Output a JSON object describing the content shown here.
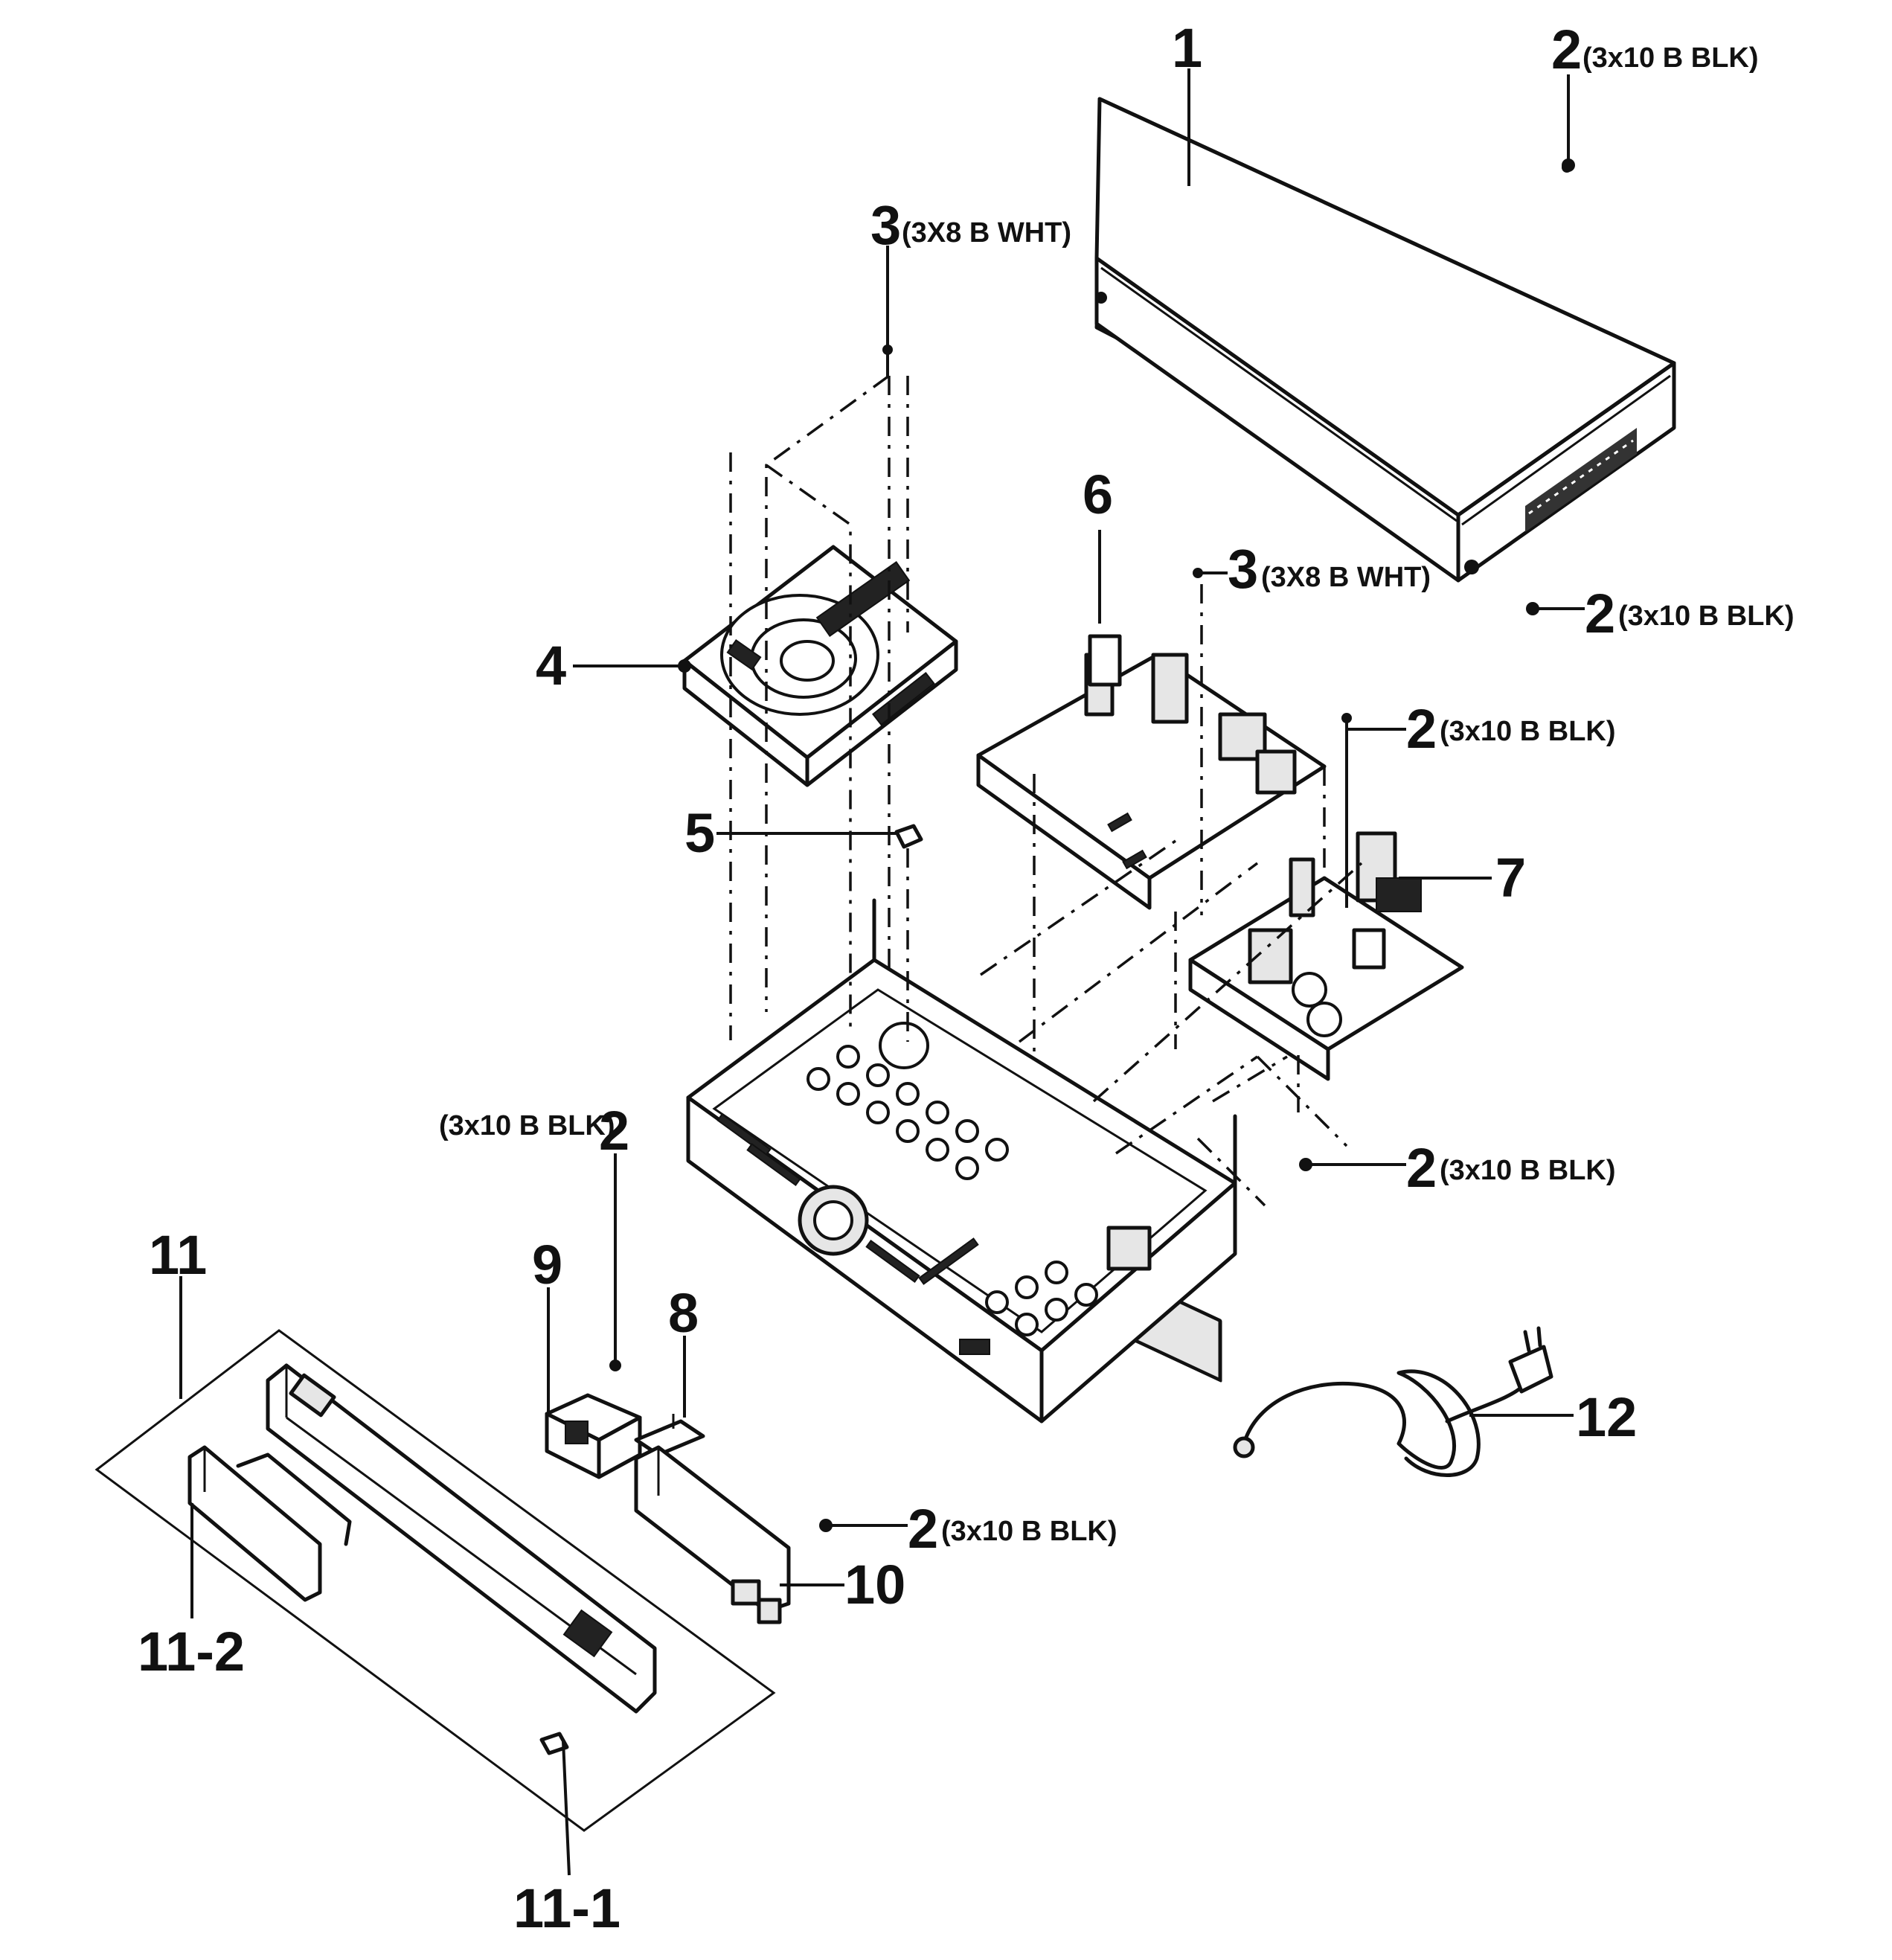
{
  "callouts": {
    "c1": {
      "num": "1"
    },
    "c2a": {
      "num": "2",
      "spec": "(3x10 B BLK)"
    },
    "c3a": {
      "num": "3",
      "spec": "(3X8 B WHT)"
    },
    "c6": {
      "num": "6"
    },
    "c3b": {
      "num": "3",
      "spec": "(3X8 B WHT)"
    },
    "c2b": {
      "num": "2",
      "spec": "(3x10 B BLK)"
    },
    "c4": {
      "num": "4"
    },
    "c2c": {
      "num": "2",
      "spec": "(3x10 B BLK)"
    },
    "c5": {
      "num": "5"
    },
    "c7": {
      "num": "7"
    },
    "c2d": {
      "num": "2",
      "spec": "(3x10 B BLK)"
    },
    "c2e": {
      "num": "2",
      "spec": "(3x10 B BLK)"
    },
    "c11": {
      "num": "11"
    },
    "c9": {
      "num": "9"
    },
    "c8": {
      "num": "8"
    },
    "c12": {
      "num": "12"
    },
    "c2f": {
      "num": "2",
      "spec": "(3x10 B BLK)"
    },
    "c10": {
      "num": "10"
    },
    "c11_2": {
      "num": "11-2"
    },
    "c11_1": {
      "num": "11-1"
    }
  }
}
